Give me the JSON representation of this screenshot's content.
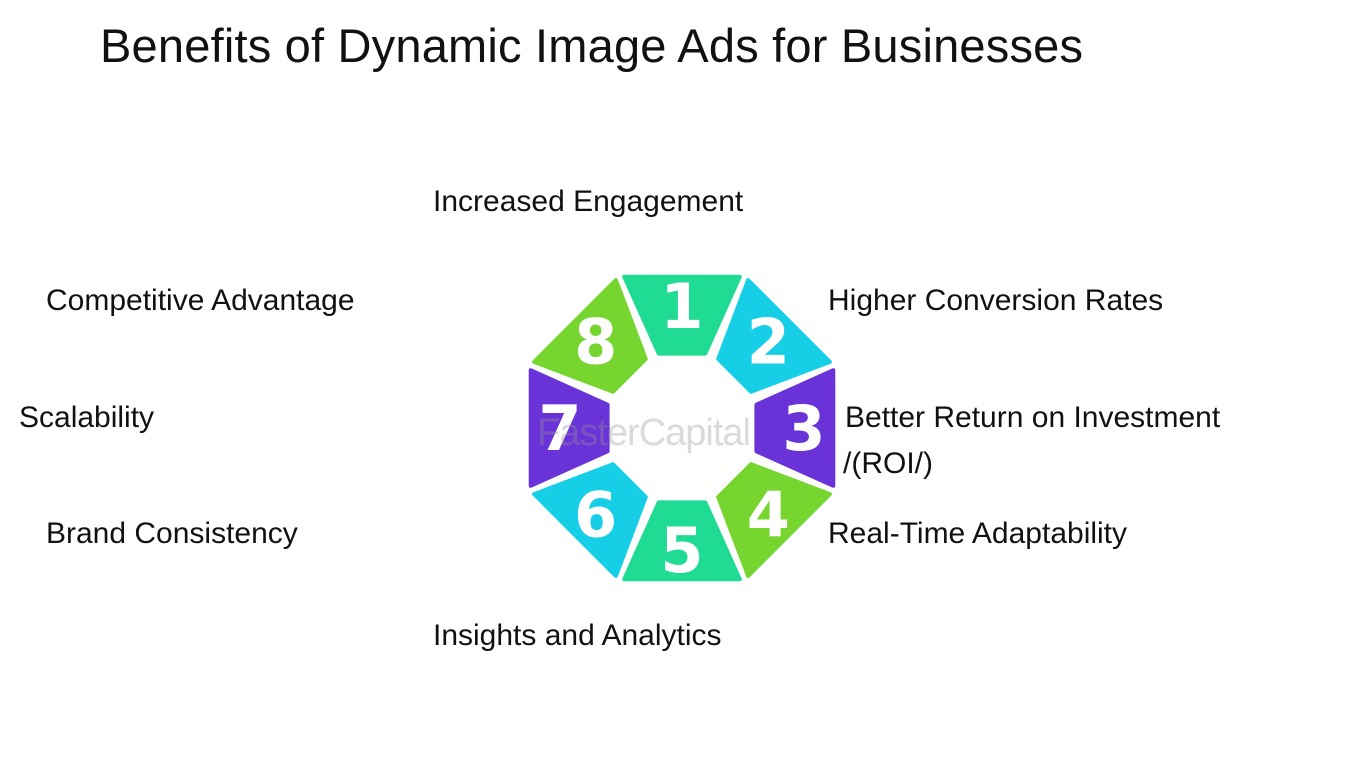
{
  "title": "Benefits of Dynamic Image Ads for Businesses",
  "watermark": "FasterCapital",
  "segments": [
    {
      "number": "1",
      "label": "Increased Engagement",
      "color": "#1fdb93"
    },
    {
      "number": "2",
      "label": "Higher Conversion Rates",
      "color": "#16cfe6"
    },
    {
      "number": "3",
      "label": "Better Return on Investment /(ROI/)",
      "color": "#6a33d8"
    },
    {
      "number": "4",
      "label": "Real-Time Adaptability",
      "color": "#76d62f"
    },
    {
      "number": "5",
      "label": "Insights and Analytics",
      "color": "#1fdb93"
    },
    {
      "number": "6",
      "label": "Brand Consistency",
      "color": "#16cfe6"
    },
    {
      "number": "7",
      "label": "Scalability",
      "color": "#6a33d8"
    },
    {
      "number": "8",
      "label": "Competitive Advantage",
      "color": "#76d62f"
    }
  ],
  "labels": {
    "l1": "Increased Engagement",
    "l2": "Higher Conversion Rates",
    "l3a": "Better Return on Investment",
    "l3b": "/(ROI/)",
    "l4": "Real-Time Adaptability",
    "l5": "Insights and Analytics",
    "l6": "Brand Consistency",
    "l7": "Scalability",
    "l8": "Competitive Advantage"
  }
}
